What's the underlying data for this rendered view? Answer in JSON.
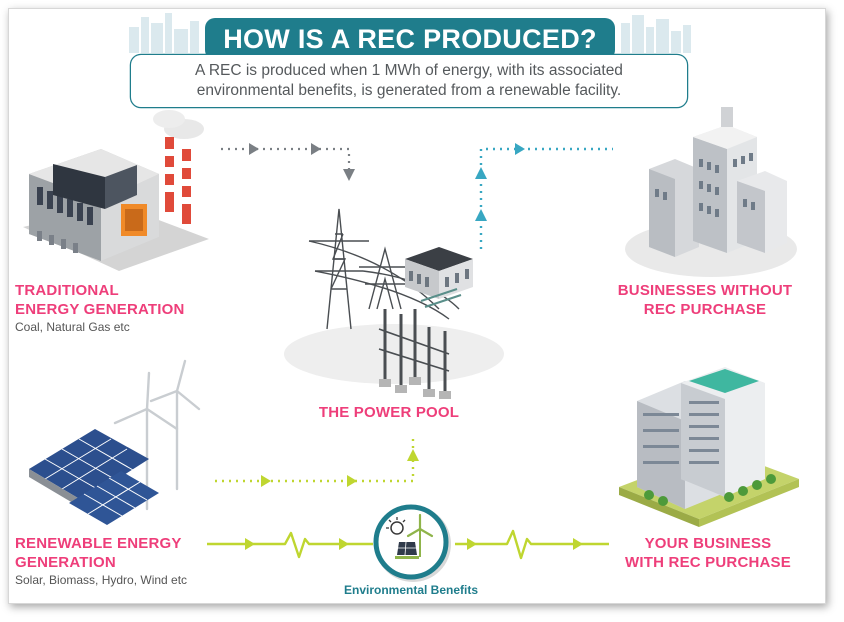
{
  "colors": {
    "teal": "#1f7d8c",
    "pink": "#ee3e7a",
    "green_line": "#bfd630",
    "grey_arrow": "#7a7f84",
    "blue_arrow": "#38a7c2",
    "grey_text": "#555555"
  },
  "title": "HOW IS A REC PRODUCED?",
  "subtitle": {
    "line1": "A REC is produced when 1 MWh of energy, with its associated",
    "line2": "environmental benefits, is generated from a renewable facility."
  },
  "nodes": {
    "traditional": {
      "label_line1": "TRADITIONAL",
      "label_line2": "ENERGY GENERATION",
      "sub": "Coal, Natural Gas etc",
      "icon": "factory-icon"
    },
    "renewable": {
      "label_line1": "RENEWABLE ENERGY",
      "label_line2": "GENERATION",
      "sub": "Solar, Biomass, Hydro, Wind etc",
      "icon": "solar-wind-icon"
    },
    "power_pool": {
      "label": "THE POWER POOL",
      "icon": "transmission-tower-icon"
    },
    "businesses_without": {
      "label_line1": "BUSINESSES WITHOUT",
      "label_line2": "REC PURCHASE",
      "icon": "office-buildings-icon"
    },
    "your_business": {
      "label_line1": "YOUR BUSINESS",
      "label_line2": "WITH REC PURCHASE",
      "icon": "office-tower-icon"
    }
  },
  "badge": {
    "label": "Environmental Benefits",
    "icon": "sun-wind-solar-icon"
  }
}
